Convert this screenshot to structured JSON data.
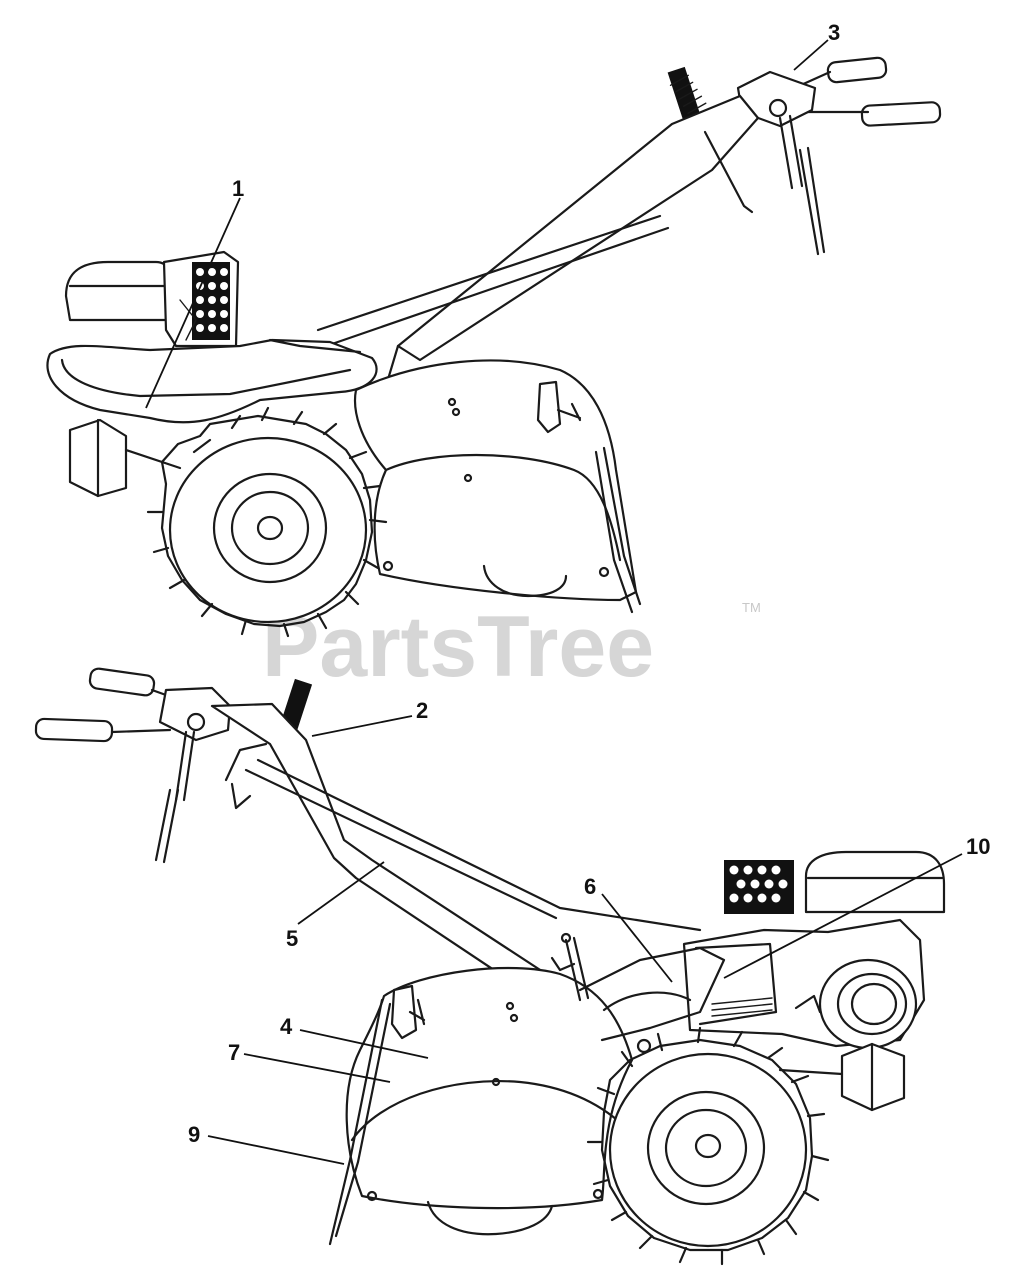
{
  "callouts": [
    {
      "id": "c1",
      "label": "1"
    },
    {
      "id": "c2",
      "label": "2"
    },
    {
      "id": "c3",
      "label": "3"
    },
    {
      "id": "c4",
      "label": "4"
    },
    {
      "id": "c5",
      "label": "5"
    },
    {
      "id": "c6",
      "label": "6"
    },
    {
      "id": "c7",
      "label": "7"
    },
    {
      "id": "c9",
      "label": "9"
    },
    {
      "id": "c10",
      "label": "10"
    }
  ],
  "watermark": {
    "text": "PartsTree",
    "trademark": "TM"
  },
  "colors": {
    "line": "#1a1a1a",
    "watermark": "#d6d6d6",
    "background": "#ffffff"
  }
}
